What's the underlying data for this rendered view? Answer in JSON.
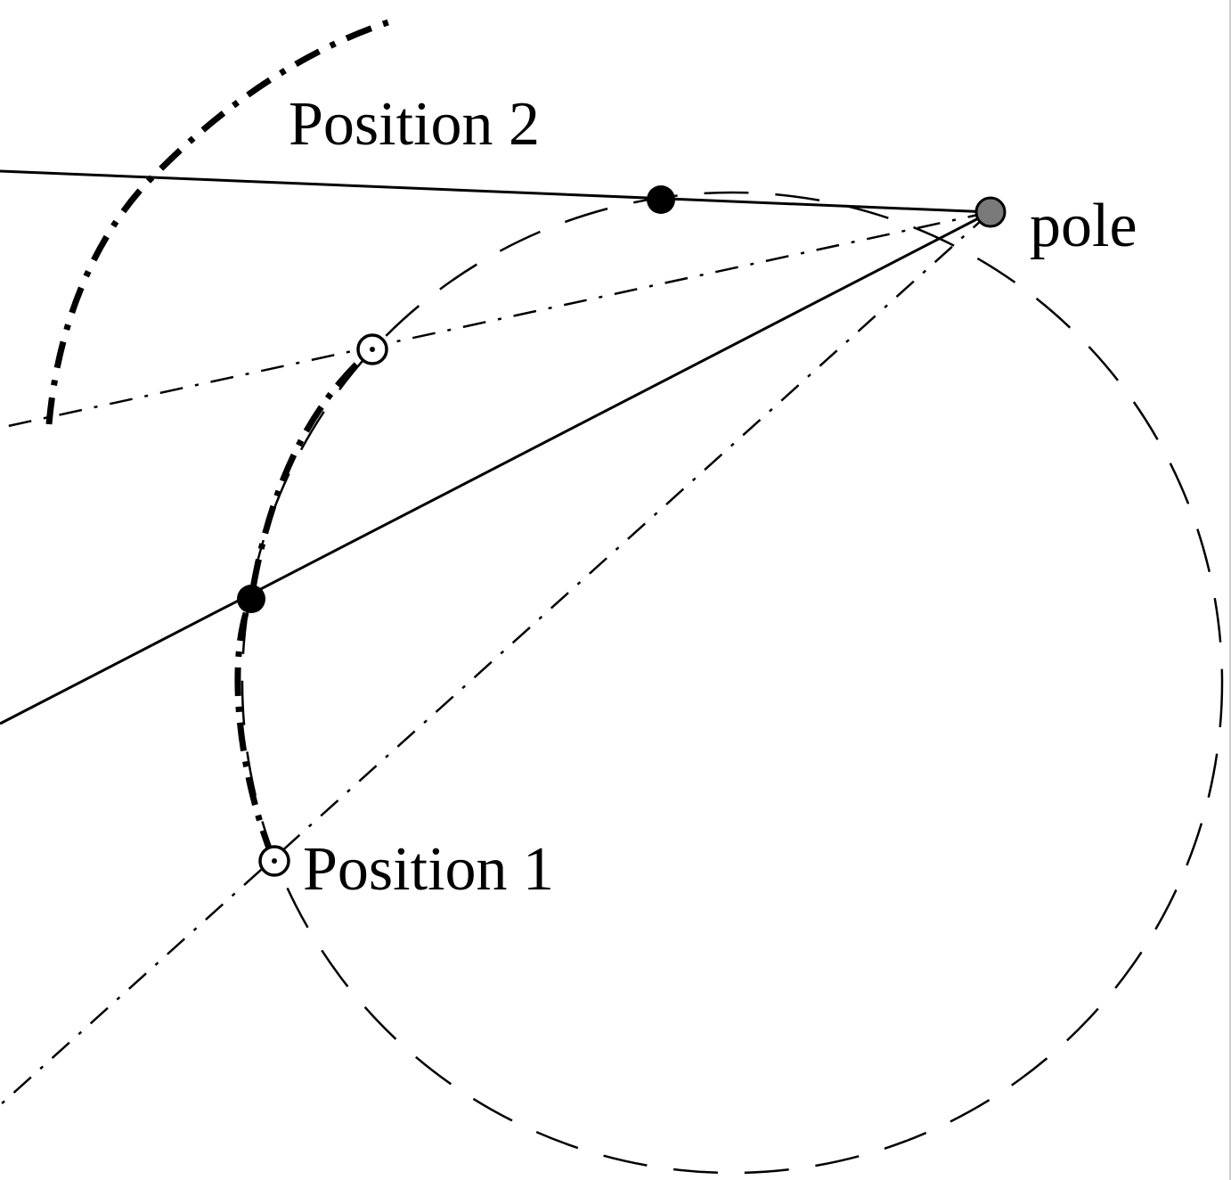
{
  "labels": {
    "position_1": "Position 1",
    "position_2": "Position 2",
    "pole": "pole"
  },
  "colors": {
    "ink": "#000000",
    "pole_fill": "#7a7a7a",
    "background": "#ffffff"
  }
}
